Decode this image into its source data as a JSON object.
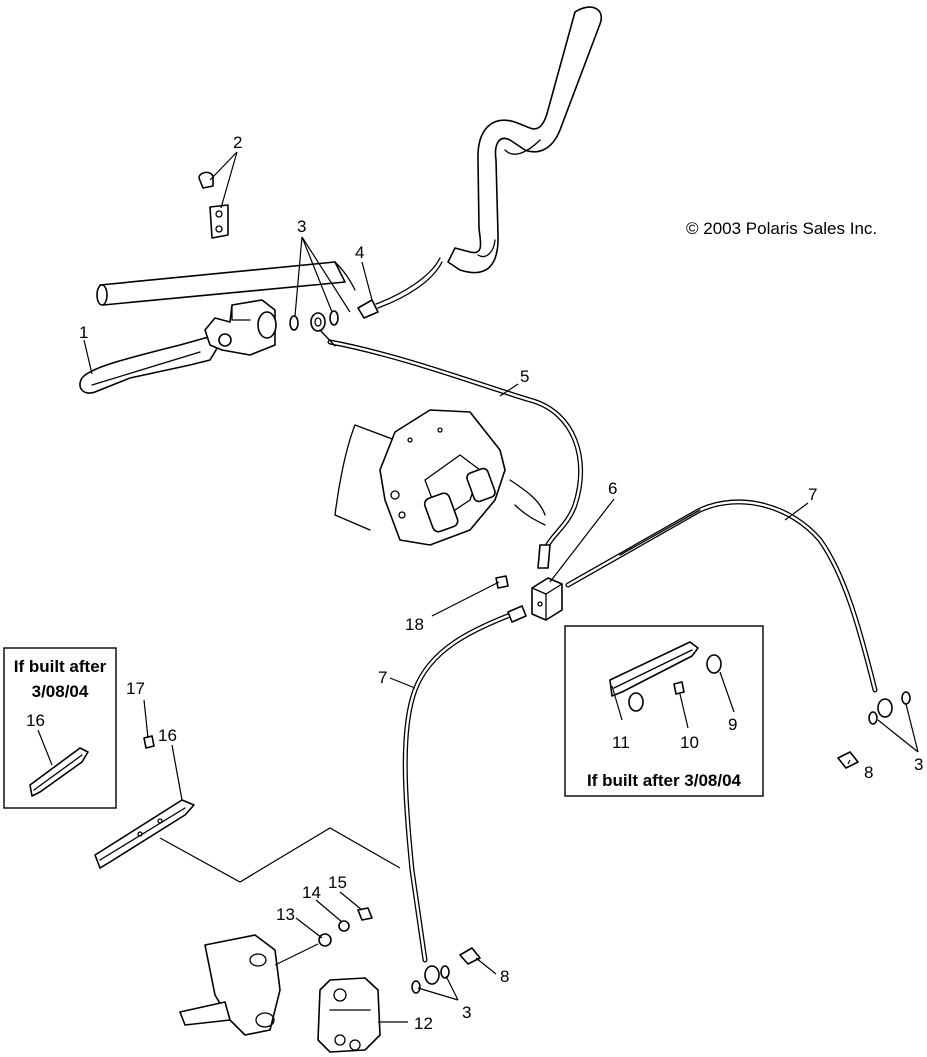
{
  "copyright": "© 2003 Polaris Sales Inc.",
  "callouts": {
    "c1": "1",
    "c2": "2",
    "c3_top": "3",
    "c4": "4",
    "c5": "5",
    "c6": "6",
    "c7_right": "7",
    "c7_left": "7",
    "c18": "18",
    "c17": "17",
    "c16_box": "16",
    "c16": "16",
    "c11": "11",
    "c10": "10",
    "c9": "9",
    "c8_right": "8",
    "c3_right": "3",
    "c13": "13",
    "c14": "14",
    "c15": "15",
    "c8_bottom": "8",
    "c3_bottom": "3",
    "c12": "12"
  },
  "inset_left": {
    "line1": "If built after",
    "line2": "3/08/04"
  },
  "inset_right": {
    "caption": "If built after 3/08/04"
  }
}
